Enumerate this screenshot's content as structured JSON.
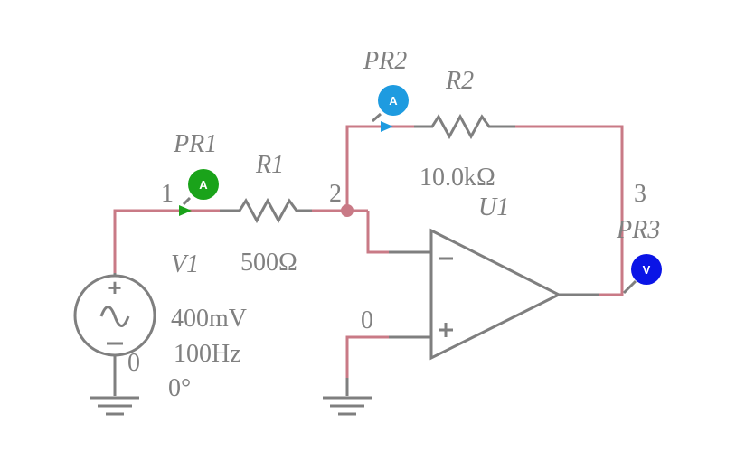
{
  "colors": {
    "wire": "#c97a86",
    "component": "#7f7f7f",
    "label": "#808080",
    "probe_pr1": "#1aa31a",
    "probe_pr2": "#1e9be0",
    "probe_pr3": "#0a14e6",
    "arrow_pr1": "#1aa31a",
    "arrow_pr2": "#1e9be0"
  },
  "source": {
    "ref": "V1",
    "amplitude": "400mV",
    "frequency": "100Hz",
    "phase": "0°",
    "ground_node": "0"
  },
  "resistor1": {
    "ref": "R1",
    "value": "500Ω"
  },
  "resistor2": {
    "ref": "R2",
    "value": "10.0kΩ"
  },
  "opamp": {
    "ref": "U1",
    "minus": "−",
    "plus": "+"
  },
  "nodes": {
    "n1": "1",
    "n2": "2",
    "n3": "3",
    "n0": "0"
  },
  "probes": {
    "pr1": {
      "ref": "PR1",
      "symbol": "A",
      "icon": "ammeter-probe-icon"
    },
    "pr2": {
      "ref": "PR2",
      "symbol": "A",
      "icon": "ammeter-probe-icon"
    },
    "pr3": {
      "ref": "PR3",
      "symbol": "V",
      "icon": "voltmeter-probe-icon"
    }
  }
}
